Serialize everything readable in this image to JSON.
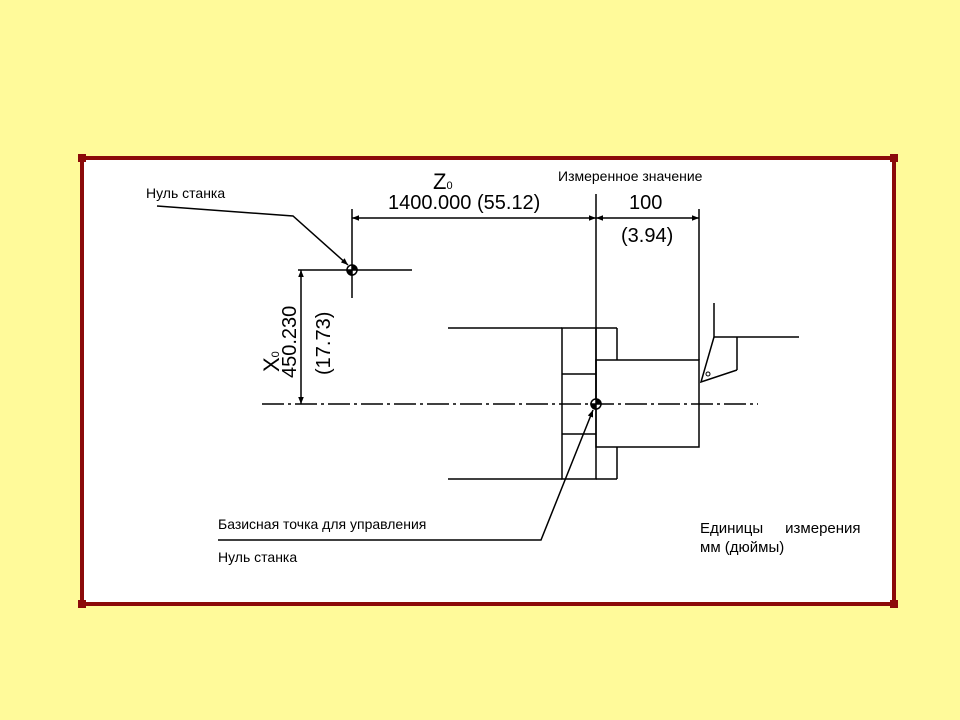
{
  "diagram": {
    "label_machine_zero_top": "Нуль станка",
    "label_measured_value": "Измеренное значение",
    "z0_symbol": "Z",
    "z0_subscript": "0",
    "z0_value": "1400.000 (55.12)",
    "measured_mm": "100",
    "measured_in": "(3.94)",
    "x0_symbol": "X",
    "x0_subscript": "0",
    "x0_value": "450.230",
    "x0_inches": "(17.73)",
    "label_reference_point": "Базисная точка для управления",
    "label_machine_zero_bottom": "Нуль станка",
    "units_line1_a": "Единицы",
    "units_line1_b": "измерения",
    "units_line2": "мм (дюймы)"
  },
  "colors": {
    "background": "#FFFA9A",
    "frame_border": "#8B0A0A",
    "frame_fill": "#FFFFFF",
    "lines": "#000000"
  }
}
